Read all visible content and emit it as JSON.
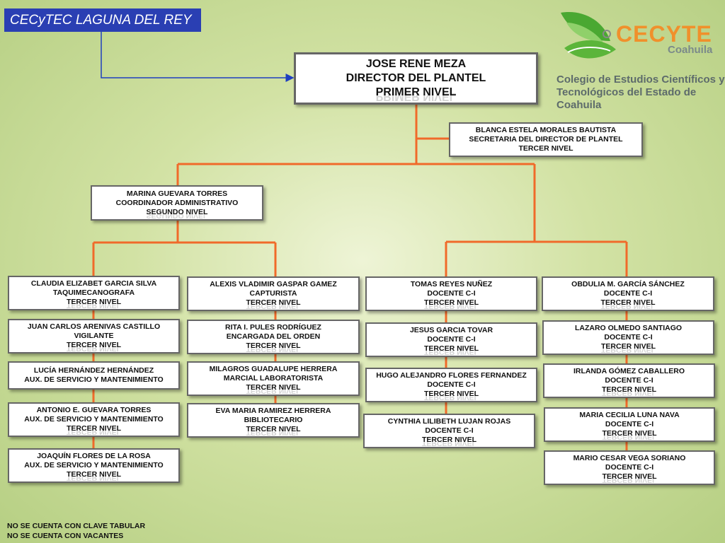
{
  "title": "CECyTEC LAGUNA DEL REY",
  "logo": {
    "brand": "CECYTE",
    "state": "Coahuila",
    "line1": "Colegio de Estudios Científicos y",
    "line2": "Tecnológicos del Estado de Coahuila"
  },
  "colors": {
    "title_bg": "#2a3fb3",
    "connector": "#f06a2a",
    "arrow": "#1f3fc0"
  },
  "director": {
    "name": "JOSE RENE MEZA",
    "role": "DIRECTOR DEL PLANTEL",
    "level": "PRIMER NIVEL"
  },
  "secretary": {
    "name": "BLANCA ESTELA MORALES BAUTISTA",
    "role": "SECRETARIA DEL DIRECTOR DE PLANTEL",
    "level": "TERCER NIVEL"
  },
  "coordinator": {
    "name": "MARINA GUEVARA TORRES",
    "role": "COORDINADOR ADMINISTRATIVO",
    "level": "SEGUNDO NIVEL"
  },
  "col1": [
    {
      "name": "CLAUDIA ELIZABET GARCIA SILVA",
      "role": "TAQUIMECANOGRAFA",
      "level": "TERCER NIVEL"
    },
    {
      "name": "JUAN CARLOS ARENIVAS CASTILLO",
      "role": "VIGILANTE",
      "level": "TERCER NIVEL"
    },
    {
      "name": "LUCÍA HERNÁNDEZ HERNÁNDEZ",
      "role": "AUX. DE SERVICIO Y MANTENIMIENTO",
      "level": ""
    },
    {
      "name": "ANTONIO E. GUEVARA TORRES",
      "role": "AUX. DE SERVICIO Y MANTENIMIENTO",
      "level": "TERCER NIVEL"
    },
    {
      "name": "JOAQUÍN FLORES DE LA ROSA",
      "role": "AUX.  DE SERVICIO Y MANTENIMIENTO",
      "level": "TERCER NIVEL"
    }
  ],
  "col2": [
    {
      "name": "ALEXIS VLADIMIR GASPAR GAMEZ",
      "role": "CAPTURISTA",
      "level": "TERCER NIVEL"
    },
    {
      "name": "RITA I. PULES RODRÍGUEZ",
      "role": "ENCARGADA DEL ORDEN",
      "level": "TERCER NIVEL"
    },
    {
      "name": "MILAGROS GUADALUPE HERRERA",
      "role": "MARCIAL LABORATORISTA",
      "level": "TERCER NIVEL"
    },
    {
      "name": "EVA MARIA RAMIREZ HERRERA",
      "role": "BIBLIOTECARIO",
      "level": "TERCER NIVEL"
    }
  ],
  "col3": [
    {
      "name": "TOMAS REYES NUÑEZ",
      "role": "DOCENTE C-I",
      "level": "TERCER NIVEL"
    },
    {
      "name": "JESUS GARCIA TOVAR",
      "role": "DOCENTE C-I",
      "level": "TERCER NIVEL"
    },
    {
      "name": "HUGO ALEJANDRO FLORES FERNANDEZ",
      "role": "DOCENTE C-I",
      "level": "TERCER NIVEL"
    },
    {
      "name": "CYNTHIA LILIBETH  LUJAN ROJAS",
      "role": "DOCENTE C-I",
      "level": "TERCER NIVEL"
    }
  ],
  "col4": [
    {
      "name": "OBDULIA M.  GARCÍA SÁNCHEZ",
      "role": "DOCENTE C-I",
      "level": "TERCER NIVEL"
    },
    {
      "name": "LAZARO OLMEDO SANTIAGO",
      "role": "DOCENTE C-I",
      "level": "TERCER NIVEL"
    },
    {
      "name": "IRLANDA GÓMEZ  CABALLERO",
      "role": "DOCENTE C-I",
      "level": "TERCER NIVEL"
    },
    {
      "name": "MARIA CECILIA LUNA NAVA",
      "role": "DOCENTE C-I",
      "level": "TERCER NIVEL"
    },
    {
      "name": "MARIO CESAR VEGA SORIANO",
      "role": "DOCENTE C-I",
      "level": "TERCER NIVEL"
    }
  ],
  "notes": [
    "NO SE CUENTA CON CLAVE TABULAR",
    "NO SE CUENTA CON VACANTES"
  ]
}
